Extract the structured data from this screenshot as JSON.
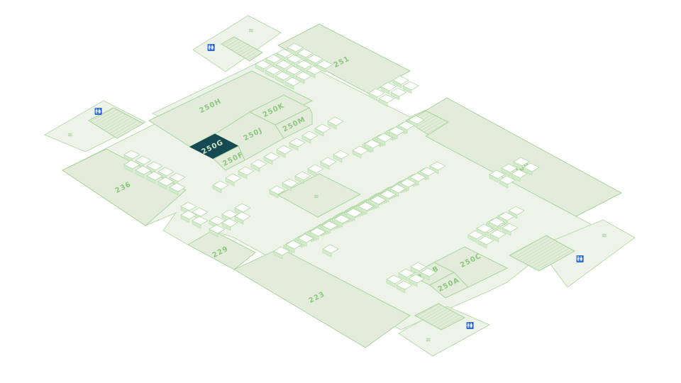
{
  "map": {
    "selected_room": "250G",
    "colors": {
      "floor": "#edf3e8",
      "room": "#e3ecdb",
      "stroke": "#a9d59c",
      "label": "#8cc77e",
      "selected": "#154a52"
    },
    "rooms": [
      {
        "id": "250H",
        "label": "250H"
      },
      {
        "id": "250K",
        "label": "250K"
      },
      {
        "id": "250J",
        "label": "250J"
      },
      {
        "id": "250M",
        "label": "250M"
      },
      {
        "id": "250G",
        "label": "250G"
      },
      {
        "id": "250F",
        "label": "250F"
      },
      {
        "id": "251",
        "label": "251"
      },
      {
        "id": "260",
        "label": "260"
      },
      {
        "id": "236",
        "label": "236"
      },
      {
        "id": "229",
        "label": "229"
      },
      {
        "id": "223",
        "label": "223"
      },
      {
        "id": "250B",
        "label": "250B"
      },
      {
        "id": "250C",
        "label": "250C"
      },
      {
        "id": "250A",
        "label": "250A"
      }
    ],
    "icons": {
      "restroom": "restroom-icon",
      "stairs": "stairs-icon"
    }
  }
}
